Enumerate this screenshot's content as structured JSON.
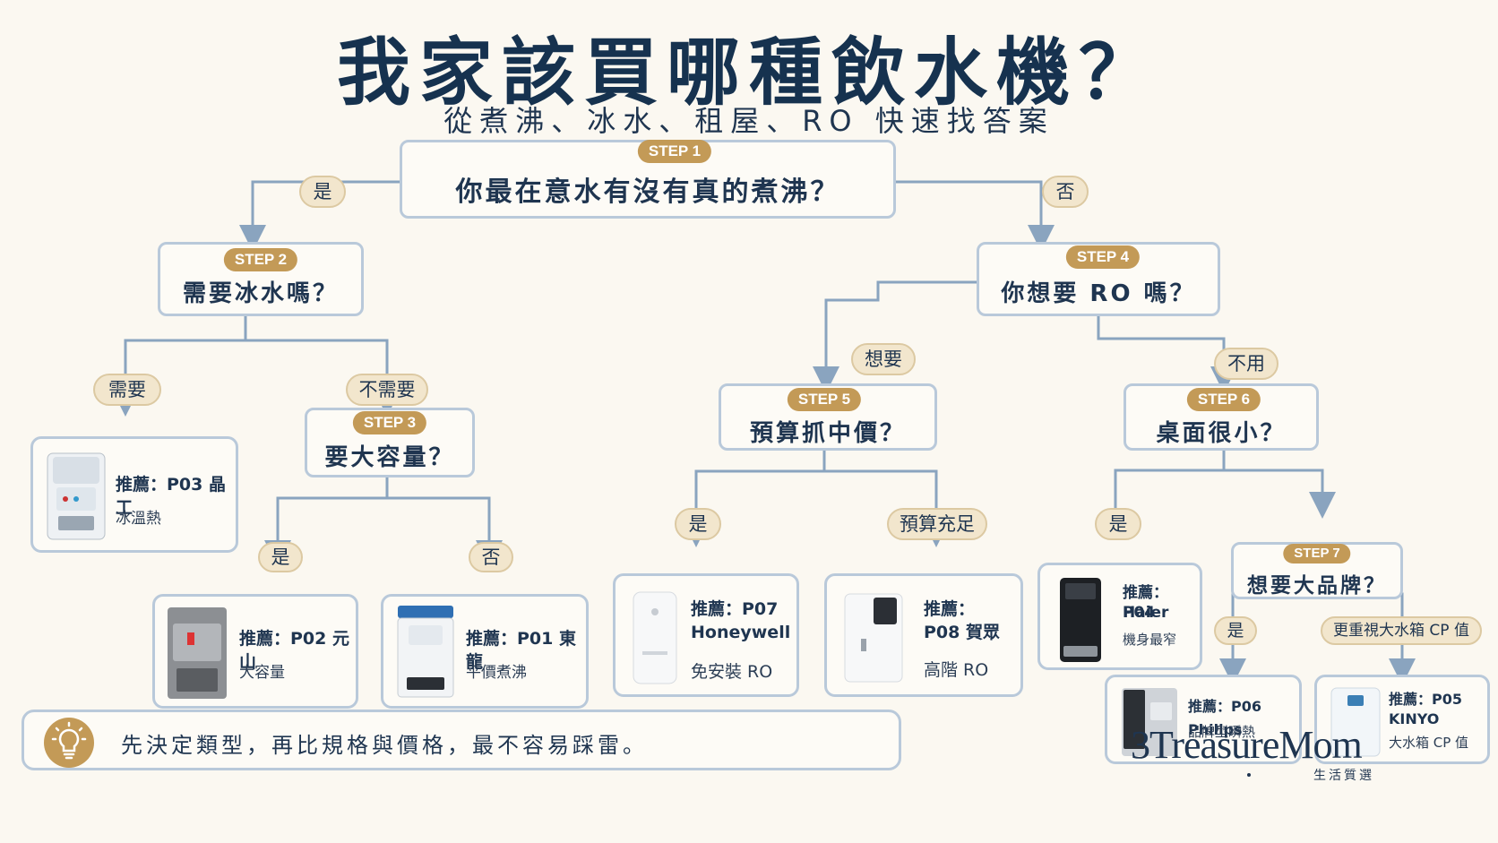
{
  "title": "我家該買哪種飲水機？",
  "subtitle": "從煮沸、冰水、租屋、RO 快速找答案",
  "steps": {
    "s1": {
      "badge": "STEP 1",
      "question": "你最在意水有沒有真的煮沸？"
    },
    "s2": {
      "badge": "STEP 2",
      "question": "需要冰水嗎？"
    },
    "s3": {
      "badge": "STEP 3",
      "question": "要大容量？"
    },
    "s4": {
      "badge": "STEP 4",
      "question": "你想要 RO 嗎？"
    },
    "s5": {
      "badge": "STEP 5",
      "question": "預算抓中價？"
    },
    "s6": {
      "badge": "STEP 6",
      "question": "桌面很小？"
    },
    "s7": {
      "badge": "STEP 7",
      "question": "想要大品牌？"
    }
  },
  "labels": {
    "s1_yes": "是",
    "s1_no": "否",
    "s2_need": "需要",
    "s2_noneed": "不需要",
    "s3_yes": "是",
    "s3_no": "否",
    "s4_want": "想要",
    "s4_nouse": "不用",
    "s5_yes": "是",
    "s5_budget": "預算充足",
    "s6_yes": "是",
    "s7_yes": "是",
    "s7_cp": "更重視大水箱 CP 值"
  },
  "products": {
    "p03": {
      "rec": "推薦：P03 晶工",
      "note": "冰溫熱"
    },
    "p02": {
      "rec": "推薦：P02 元山",
      "note": "大容量"
    },
    "p01": {
      "rec": "推薦：P01 東龍",
      "note": "平價煮沸"
    },
    "p07": {
      "rec1": "推薦：P07",
      "rec2": "Honeywell",
      "note": "免安裝 RO"
    },
    "p08": {
      "rec1": "推薦：",
      "rec2": "P08 賀眾",
      "note": "高階 RO"
    },
    "p04": {
      "rec1": "推薦：P04",
      "rec2": "Haier",
      "note": "機身最窄"
    },
    "p06": {
      "rec": "推薦：P06 Philips",
      "note": "品牌型瞬熱"
    },
    "p05": {
      "rec1": "推薦：P05",
      "rec2": "KINYO",
      "note": "大水箱 CP 值"
    }
  },
  "tip": {
    "text": "先決定類型，再比規格與價格，最不容易踩雷。",
    "icon": "lightbulb-icon"
  },
  "brand": {
    "name": "3TreasureMom",
    "tagline": "生活質選"
  },
  "colors": {
    "navy": "#1f3550",
    "gold": "#c39a57",
    "pill": "#f2e6cd",
    "border": "#b9c9da",
    "connector": "#8aa4bf",
    "background": "#fbf8f1"
  }
}
